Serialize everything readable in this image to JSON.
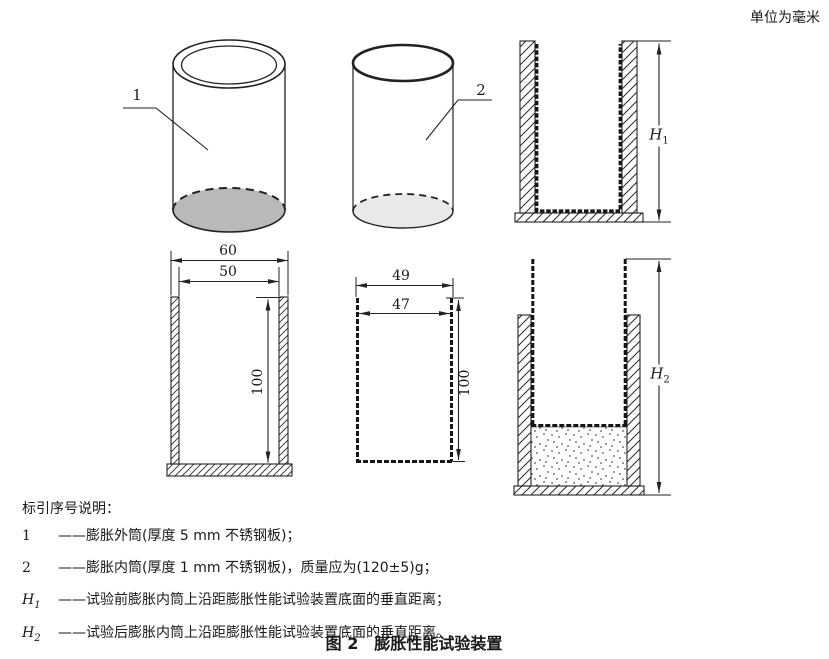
{
  "meta": {
    "unit_note": "单位为毫米"
  },
  "figure": {
    "caption": "图 2　膨胀性能试验装置",
    "callouts": {
      "outer_cylinder": "1",
      "inner_cylinder": "2"
    },
    "dimensions": {
      "outer_top_width": "60",
      "outer_inner_width": "50",
      "outer_height": "100",
      "inner_top_width": "49",
      "inner_inner_width": "47",
      "inner_height": "100",
      "h1": {
        "base": "H",
        "sub": "1"
      },
      "h2": {
        "base": "H",
        "sub": "2"
      }
    },
    "legend": {
      "title": "标引序号说明：",
      "items": [
        {
          "id": "1",
          "sub": "",
          "text": "——膨胀外筒(厚度 5 mm 不锈钢板)；"
        },
        {
          "id": "2",
          "sub": "",
          "text": "——膨胀内筒(厚度 1 mm 不锈钢板)，质量应为(120±5)g；"
        },
        {
          "id": "H",
          "sub": "1",
          "text": "——试验前膨胀内筒上沿距膨胀性能试验装置底面的垂直距离；"
        },
        {
          "id": "H",
          "sub": "2",
          "text": "——试验后膨胀内筒上沿距膨胀性能试验装置底面的垂直距离。"
        }
      ]
    },
    "colors": {
      "line": "#222222",
      "outer_bottom_fill": "#b9b9b9",
      "inner_bottom_fill": "#e9e9e9",
      "paper": "#ffffff"
    }
  }
}
